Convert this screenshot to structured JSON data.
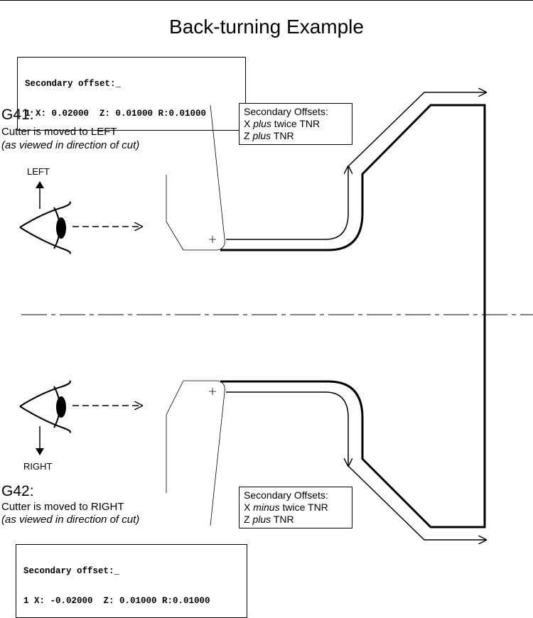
{
  "title": "Back-turning Example",
  "top_readout": {
    "line1": "Secondary offset:_",
    "line2": "1 X: 0.02000  Z: 0.01000 R:0.01000"
  },
  "bottom_readout": {
    "line1": "Secondary offset:_",
    "line2": "1 X: -0.02000  Z: 0.01000 R:0.01000"
  },
  "g41": {
    "code": "G41:",
    "line1": "Cutter is moved to LEFT",
    "line2": "(as viewed in direction of cut)",
    "direction": "LEFT",
    "offsets": {
      "heading": "Secondary Offsets:",
      "x_prefix": "X ",
      "x_italic": "plus",
      "x_suffix": " twice TNR",
      "z_prefix": "Z ",
      "z_italic": "plus",
      "z_suffix": " TNR"
    }
  },
  "g42": {
    "code": "G42:",
    "line1": "Cutter is moved to RIGHT",
    "line2": "(as viewed in direction of cut)",
    "direction": "RIGHT",
    "offsets": {
      "heading": "Secondary Offsets:",
      "x_prefix": "X ",
      "x_italic": "minus",
      "x_suffix": " twice TNR",
      "z_prefix": "Z ",
      "z_italic": "plus",
      "z_suffix": " TNR"
    }
  }
}
